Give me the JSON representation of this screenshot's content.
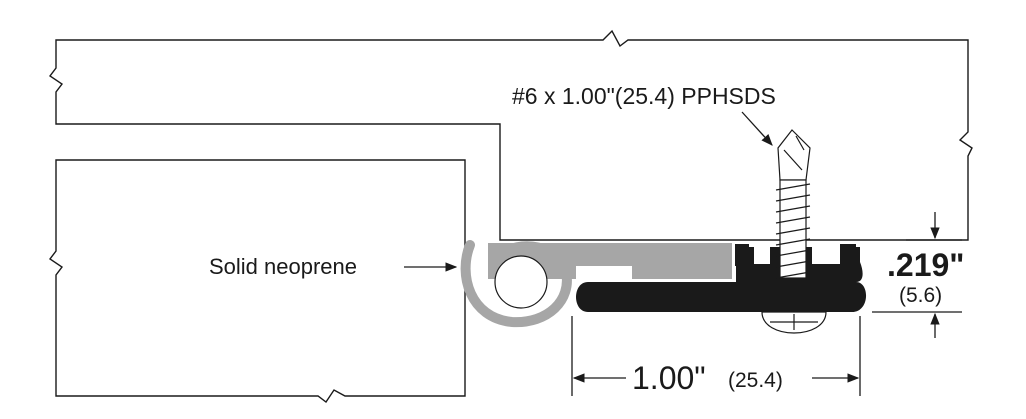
{
  "labels": {
    "screw": "#6 x 1.00\"(25.4) PPHSDS",
    "seal": "Solid neoprene",
    "height_in": ".219\"",
    "height_mm": "(5.6)",
    "width_in": "1.00\"",
    "width_mm": "(25.4)"
  },
  "colors": {
    "line": "#1a1a1a",
    "neoprene": "#a6a6a6",
    "extrusion": "#1a1a1a",
    "background": "#ffffff"
  }
}
